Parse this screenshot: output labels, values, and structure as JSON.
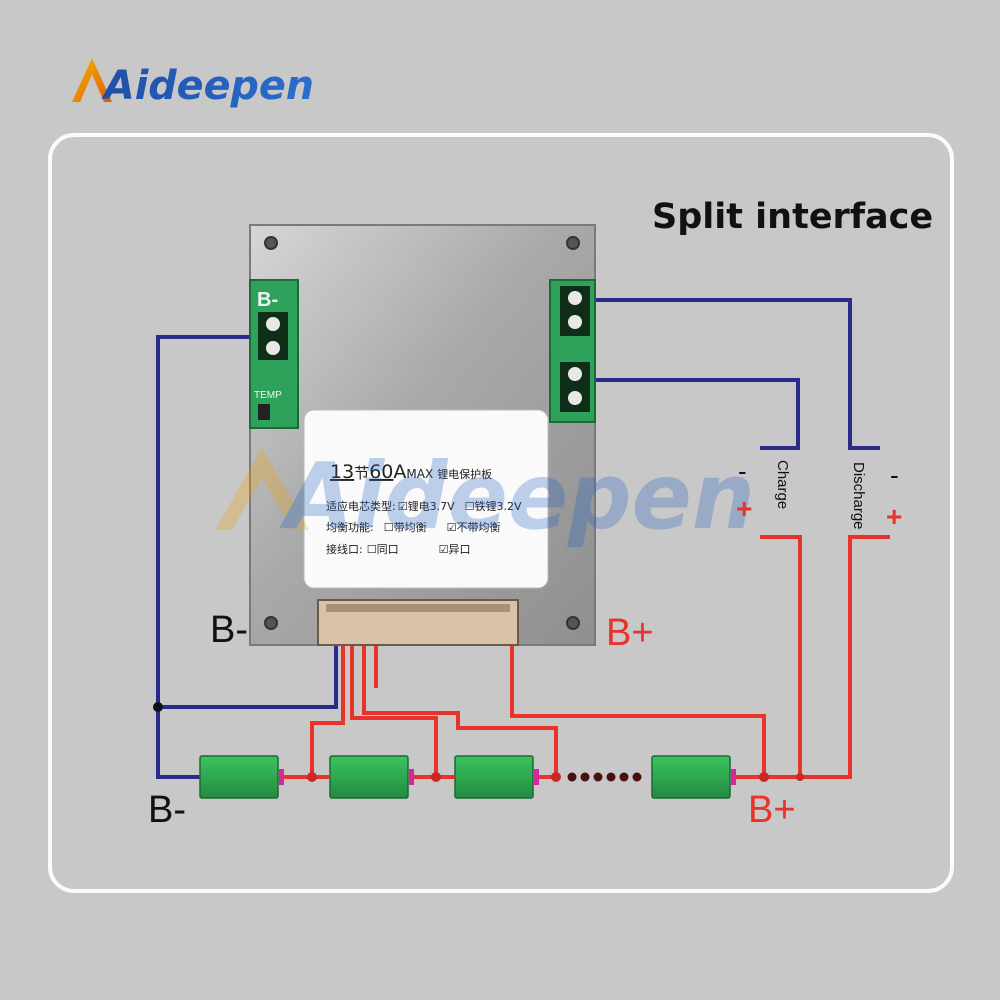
{
  "brand": {
    "name": "Aideepen",
    "logo_text": "Aideepen"
  },
  "diagram": {
    "title": "Split interface",
    "labels": {
      "pcb_b_minus": "B-",
      "pcb_b_plus": "B+",
      "pcb_b_minus_silk": "B-",
      "bottom_b_minus": "B-",
      "bottom_b_plus": "B+",
      "charge": "Charge",
      "discharge": "Discharge",
      "charge_minus": "-",
      "charge_plus": "+",
      "discharge_minus": "-",
      "discharge_plus": "+",
      "temp_silk": "TEMP"
    },
    "sticker": {
      "title_count": "13",
      "title_jie": "节",
      "title_current": "60",
      "title_unit": "A",
      "title_max": "MAX",
      "title_rest": "锂电保护板",
      "row1_label": "适应电芯类型:",
      "row1_opt1": "锂电3.7V",
      "row1_opt2": "铁锂3.2V",
      "row2_label": "均衡功能:",
      "row2_opt1": "带均衡",
      "row2_opt2": "不带均衡",
      "row3_label": "接线口:",
      "row3_opt1": "同口",
      "row3_opt2": "异口",
      "check": "☑",
      "box": "☐"
    },
    "colors": {
      "wire_blue": "#2a2a8a",
      "wire_red": "#e8332a",
      "cell_green": "#2fa84f",
      "frame": "#fbfbfb",
      "background": "#c8c8c8"
    }
  }
}
